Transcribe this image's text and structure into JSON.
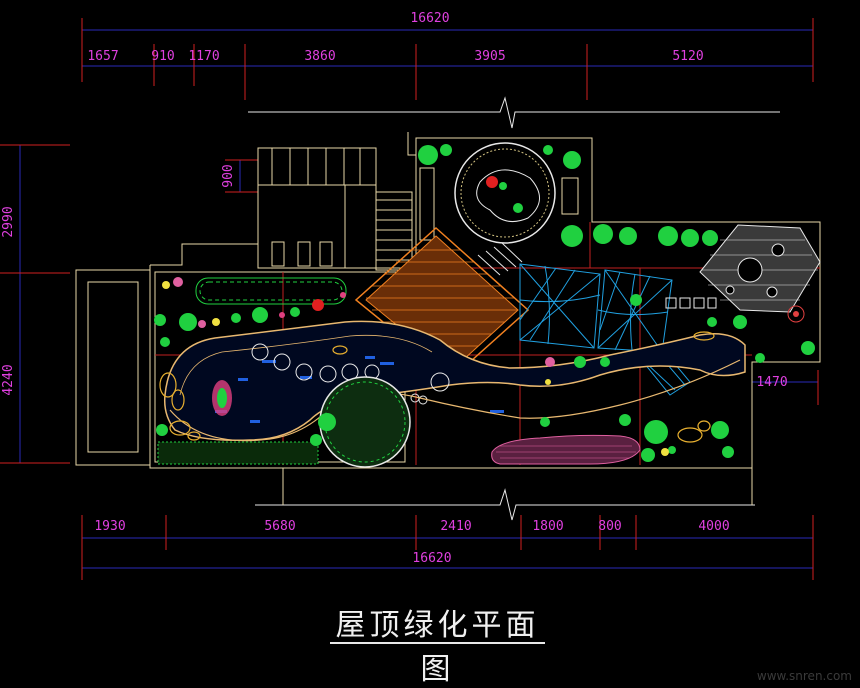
{
  "drawing_title": "屋顶绿化平面图",
  "watermark": "www.snren.com",
  "dims": {
    "top_total": "16620",
    "top_segments": [
      "1657",
      "910",
      "1170",
      "3860",
      "3905",
      "5120"
    ],
    "bottom_segments": [
      "1930",
      "5680",
      "2410",
      "1800",
      "800",
      "4000"
    ],
    "bottom_total": "16620",
    "left_upper": "2990",
    "left_lower": "4240",
    "inner_900": "900",
    "right_1470": "1470"
  },
  "colors": {
    "dim_line": "#2a2ab8",
    "ext_line": "#d02020",
    "dim_text": "#e040e0",
    "outline": "#e8d8a8",
    "tree": "#20d040",
    "water_edge": "#e8b870",
    "water": "#2060e0",
    "brick": "#f08020",
    "canopy": "#20a0e0",
    "paving": "#e060a0"
  }
}
